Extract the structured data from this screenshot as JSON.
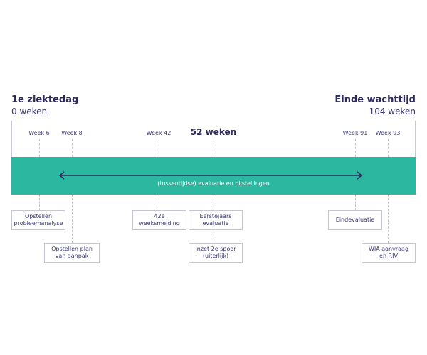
{
  "start": {
    "title": "1e ziektedag",
    "subtitle": "0 weken"
  },
  "end": {
    "title": "Einde wachttijd",
    "subtitle": "104 weken"
  },
  "center_label": "52 weken",
  "weeks": [
    "Week 6",
    "Week 8",
    "Week 42",
    "Week 91",
    "Week 93"
  ],
  "band_label": "(tussentijdse) evaluatie en bijstellingen",
  "boxes": [
    "Opstellen\nprobleemanalyse",
    "Opstellen plan\nvan aanpak",
    "42e\nweeksmelding",
    "Eerstejaars\nevaluatie",
    "Inzet 2e spoor\n(uiterlijk)",
    "Eindevaluatie",
    "WIA aanvraag\nen RIV"
  ],
  "colors": {
    "band": "#2bb7a0",
    "text": "#2b2a5e",
    "arrow": "#2b2a5e"
  },
  "icons": {
    "arrow": "double-headed-arrow-icon"
  }
}
